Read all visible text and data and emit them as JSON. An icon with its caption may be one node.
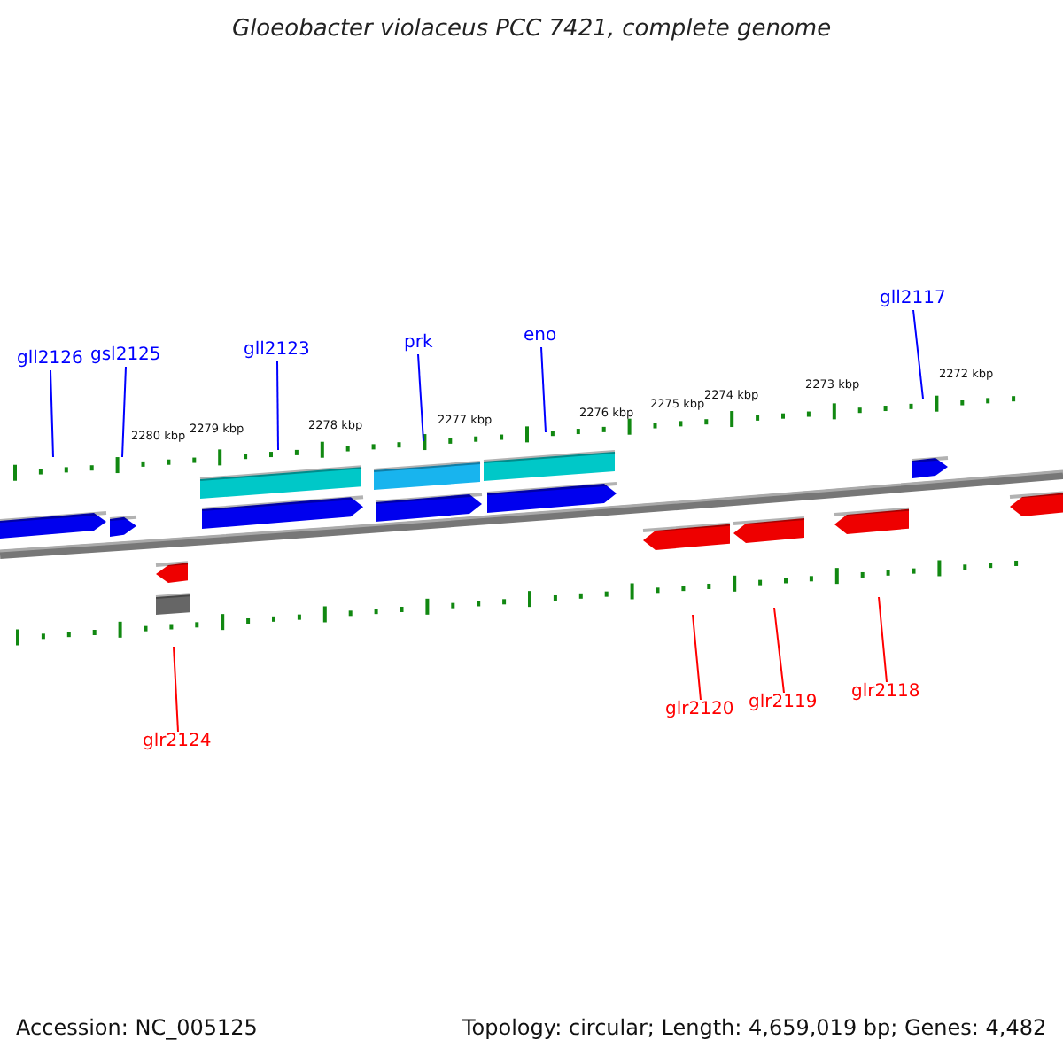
{
  "diagram": {
    "title": "Gloeobacter violaceus PCC 7421, complete genome",
    "nodes": [
      {
        "text": [
          "gll2126"
        ]
      },
      {
        "text": [
          "gsl2125"
        ]
      },
      {
        "text": [
          "gll2123"
        ]
      },
      {
        "text": [
          "prk"
        ]
      },
      {
        "text": [
          "eno"
        ]
      },
      {
        "text": [
          "gll2117"
        ]
      },
      {
        "text": [
          "glr2124"
        ]
      },
      {
        "text": [
          "glr2120"
        ]
      },
      {
        "text": [
          "glr2119"
        ]
      },
      {
        "text": [
          "glr2118"
        ]
      }
    ],
    "edges": [
      {
        "from": 0,
        "to": null,
        "arrow": "none"
      },
      {
        "from": 1,
        "to": null,
        "arrow": "none"
      },
      {
        "from": 2,
        "to": null,
        "arrow": "none"
      },
      {
        "from": 3,
        "to": null,
        "arrow": "none"
      },
      {
        "from": 4,
        "to": null,
        "arrow": "none"
      },
      {
        "from": 5,
        "to": null,
        "arrow": "none"
      },
      {
        "from": 6,
        "to": null,
        "arrow": "none",
        "color": "#ff0000"
      },
      {
        "from": 7,
        "to": null,
        "arrow": "none",
        "color": "#ff0000"
      },
      {
        "from": 8,
        "to": null,
        "arrow": "none",
        "color": "#ff0000"
      },
      {
        "from": 9,
        "to": null,
        "arrow": "none",
        "color": "#ff0000"
      }
    ],
    "labels": [
      "2280 kbp",
      "2279 kbp",
      "2278 kbp",
      "2277 kbp",
      "2276 kbp",
      "2275 kbp",
      "2274 kbp",
      "2273 kbp",
      "2272 kbp",
      "Accession: NC_005125",
      "Topology: circular; Length: 4,659,019 bp; Genes: 4,482"
    ]
  }
}
